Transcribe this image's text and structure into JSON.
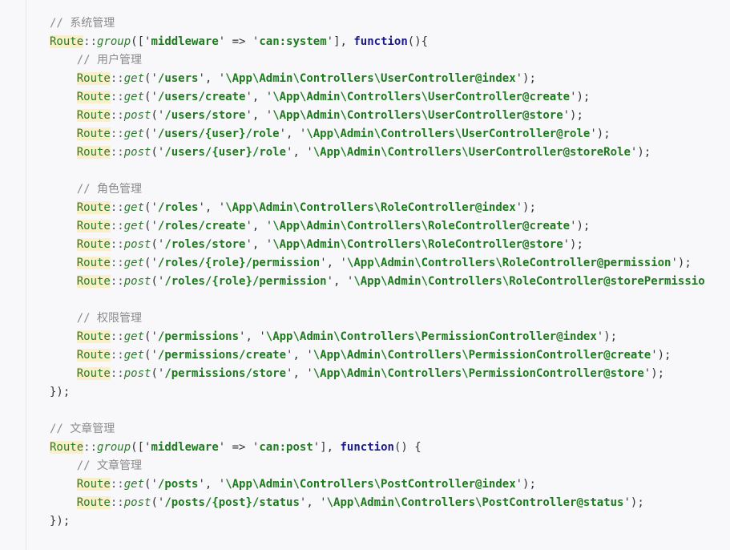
{
  "code_lines": [
    [
      [
        "comment",
        "// 系统管理"
      ]
    ],
    [
      [
        "cls",
        "Route"
      ],
      [
        "op",
        "::"
      ],
      [
        "method",
        "group"
      ],
      [
        "punc",
        "(['"
      ],
      [
        "str",
        "middleware"
      ],
      [
        "punc",
        "' => '"
      ],
      [
        "str",
        "can:system"
      ],
      [
        "punc",
        "'], "
      ],
      [
        "kw",
        "function"
      ],
      [
        "punc",
        "(){"
      ]
    ],
    [
      [
        "indent",
        "    "
      ],
      [
        "comment",
        "// 用户管理"
      ]
    ],
    [
      [
        "indent",
        "    "
      ],
      [
        "cls",
        "Route"
      ],
      [
        "op",
        "::"
      ],
      [
        "method",
        "get"
      ],
      [
        "punc",
        "('"
      ],
      [
        "str",
        "/users"
      ],
      [
        "punc",
        "', '"
      ],
      [
        "str",
        "\\App\\Admin\\Controllers\\UserController@index"
      ],
      [
        "punc",
        "');"
      ]
    ],
    [
      [
        "indent",
        "    "
      ],
      [
        "cls",
        "Route"
      ],
      [
        "op",
        "::"
      ],
      [
        "method",
        "get"
      ],
      [
        "punc",
        "('"
      ],
      [
        "str",
        "/users/create"
      ],
      [
        "punc",
        "', '"
      ],
      [
        "str",
        "\\App\\Admin\\Controllers\\UserController@create"
      ],
      [
        "punc",
        "');"
      ]
    ],
    [
      [
        "indent",
        "    "
      ],
      [
        "cls",
        "Route"
      ],
      [
        "op",
        "::"
      ],
      [
        "method",
        "post"
      ],
      [
        "punc",
        "('"
      ],
      [
        "str",
        "/users/store"
      ],
      [
        "punc",
        "', '"
      ],
      [
        "str",
        "\\App\\Admin\\Controllers\\UserController@store"
      ],
      [
        "punc",
        "');"
      ]
    ],
    [
      [
        "indent",
        "    "
      ],
      [
        "cls",
        "Route"
      ],
      [
        "op",
        "::"
      ],
      [
        "method",
        "get"
      ],
      [
        "punc",
        "('"
      ],
      [
        "str",
        "/users/{user}/role"
      ],
      [
        "punc",
        "', '"
      ],
      [
        "str",
        "\\App\\Admin\\Controllers\\UserController@role"
      ],
      [
        "punc",
        "');"
      ]
    ],
    [
      [
        "indent",
        "    "
      ],
      [
        "cls",
        "Route"
      ],
      [
        "op",
        "::"
      ],
      [
        "method",
        "post"
      ],
      [
        "punc",
        "('"
      ],
      [
        "str",
        "/users/{user}/role"
      ],
      [
        "punc",
        "', '"
      ],
      [
        "str",
        "\\App\\Admin\\Controllers\\UserController@storeRole"
      ],
      [
        "punc",
        "');"
      ]
    ],
    [],
    [
      [
        "indent",
        "    "
      ],
      [
        "comment",
        "// 角色管理"
      ]
    ],
    [
      [
        "indent",
        "    "
      ],
      [
        "cls",
        "Route"
      ],
      [
        "op",
        "::"
      ],
      [
        "method",
        "get"
      ],
      [
        "punc",
        "('"
      ],
      [
        "str",
        "/roles"
      ],
      [
        "punc",
        "', '"
      ],
      [
        "str",
        "\\App\\Admin\\Controllers\\RoleController@index"
      ],
      [
        "punc",
        "');"
      ]
    ],
    [
      [
        "indent",
        "    "
      ],
      [
        "cls",
        "Route"
      ],
      [
        "op",
        "::"
      ],
      [
        "method",
        "get"
      ],
      [
        "punc",
        "('"
      ],
      [
        "str",
        "/roles/create"
      ],
      [
        "punc",
        "', '"
      ],
      [
        "str",
        "\\App\\Admin\\Controllers\\RoleController@create"
      ],
      [
        "punc",
        "');"
      ]
    ],
    [
      [
        "indent",
        "    "
      ],
      [
        "cls",
        "Route"
      ],
      [
        "op",
        "::"
      ],
      [
        "method",
        "post"
      ],
      [
        "punc",
        "('"
      ],
      [
        "str",
        "/roles/store"
      ],
      [
        "punc",
        "', '"
      ],
      [
        "str",
        "\\App\\Admin\\Controllers\\RoleController@store"
      ],
      [
        "punc",
        "');"
      ]
    ],
    [
      [
        "indent",
        "    "
      ],
      [
        "cls",
        "Route"
      ],
      [
        "op",
        "::"
      ],
      [
        "method",
        "get"
      ],
      [
        "punc",
        "('"
      ],
      [
        "str",
        "/roles/{role}/permission"
      ],
      [
        "punc",
        "', '"
      ],
      [
        "str",
        "\\App\\Admin\\Controllers\\RoleController@permission"
      ],
      [
        "punc",
        "');"
      ]
    ],
    [
      [
        "indent",
        "    "
      ],
      [
        "cls",
        "Route"
      ],
      [
        "op",
        "::"
      ],
      [
        "method",
        "post"
      ],
      [
        "punc",
        "('"
      ],
      [
        "str",
        "/roles/{role}/permission"
      ],
      [
        "punc",
        "', '"
      ],
      [
        "str",
        "\\App\\Admin\\Controllers\\RoleController@storePermissio"
      ]
    ],
    [],
    [
      [
        "indent",
        "    "
      ],
      [
        "comment",
        "// 权限管理"
      ]
    ],
    [
      [
        "indent",
        "    "
      ],
      [
        "cls",
        "Route"
      ],
      [
        "op",
        "::"
      ],
      [
        "method",
        "get"
      ],
      [
        "punc",
        "('"
      ],
      [
        "str",
        "/permissions"
      ],
      [
        "punc",
        "', '"
      ],
      [
        "str",
        "\\App\\Admin\\Controllers\\PermissionController@index"
      ],
      [
        "punc",
        "');"
      ]
    ],
    [
      [
        "indent",
        "    "
      ],
      [
        "cls",
        "Route"
      ],
      [
        "op",
        "::"
      ],
      [
        "method",
        "get"
      ],
      [
        "punc",
        "('"
      ],
      [
        "str",
        "/permissions/create"
      ],
      [
        "punc",
        "', '"
      ],
      [
        "str",
        "\\App\\Admin\\Controllers\\PermissionController@create"
      ],
      [
        "punc",
        "');"
      ]
    ],
    [
      [
        "indent",
        "    "
      ],
      [
        "cls",
        "Route"
      ],
      [
        "op",
        "::"
      ],
      [
        "method",
        "post"
      ],
      [
        "punc",
        "('"
      ],
      [
        "str",
        "/permissions/store"
      ],
      [
        "punc",
        "', '"
      ],
      [
        "str",
        "\\App\\Admin\\Controllers\\PermissionController@store"
      ],
      [
        "punc",
        "');"
      ]
    ],
    [
      [
        "punc",
        "});"
      ]
    ],
    [],
    [
      [
        "comment",
        "// 文章管理"
      ]
    ],
    [
      [
        "cls",
        "Route"
      ],
      [
        "op",
        "::"
      ],
      [
        "method",
        "group"
      ],
      [
        "punc",
        "(['"
      ],
      [
        "str",
        "middleware"
      ],
      [
        "punc",
        "' => '"
      ],
      [
        "str",
        "can:post"
      ],
      [
        "punc",
        "'], "
      ],
      [
        "kw",
        "function"
      ],
      [
        "punc",
        "() {"
      ]
    ],
    [
      [
        "indent",
        "    "
      ],
      [
        "comment",
        "// 文章管理"
      ]
    ],
    [
      [
        "indent",
        "    "
      ],
      [
        "cls",
        "Route"
      ],
      [
        "op",
        "::"
      ],
      [
        "method",
        "get"
      ],
      [
        "punc",
        "('"
      ],
      [
        "str",
        "/posts"
      ],
      [
        "punc",
        "', '"
      ],
      [
        "str",
        "\\App\\Admin\\Controllers\\PostController@index"
      ],
      [
        "punc",
        "');"
      ]
    ],
    [
      [
        "indent",
        "    "
      ],
      [
        "cls",
        "Route"
      ],
      [
        "op",
        "::"
      ],
      [
        "method",
        "post"
      ],
      [
        "punc",
        "('"
      ],
      [
        "str",
        "/posts/{post}/status"
      ],
      [
        "punc",
        "', '"
      ],
      [
        "str",
        "\\App\\Admin\\Controllers\\PostController@status"
      ],
      [
        "punc",
        "');"
      ]
    ],
    [
      [
        "punc",
        "});"
      ]
    ]
  ],
  "colors": {
    "background": "#f8f8fa",
    "class_highlight": "#f9efc8",
    "string": "#1e7a1e",
    "keyword": "#1a1a8a",
    "comment": "#8a8a8a"
  }
}
